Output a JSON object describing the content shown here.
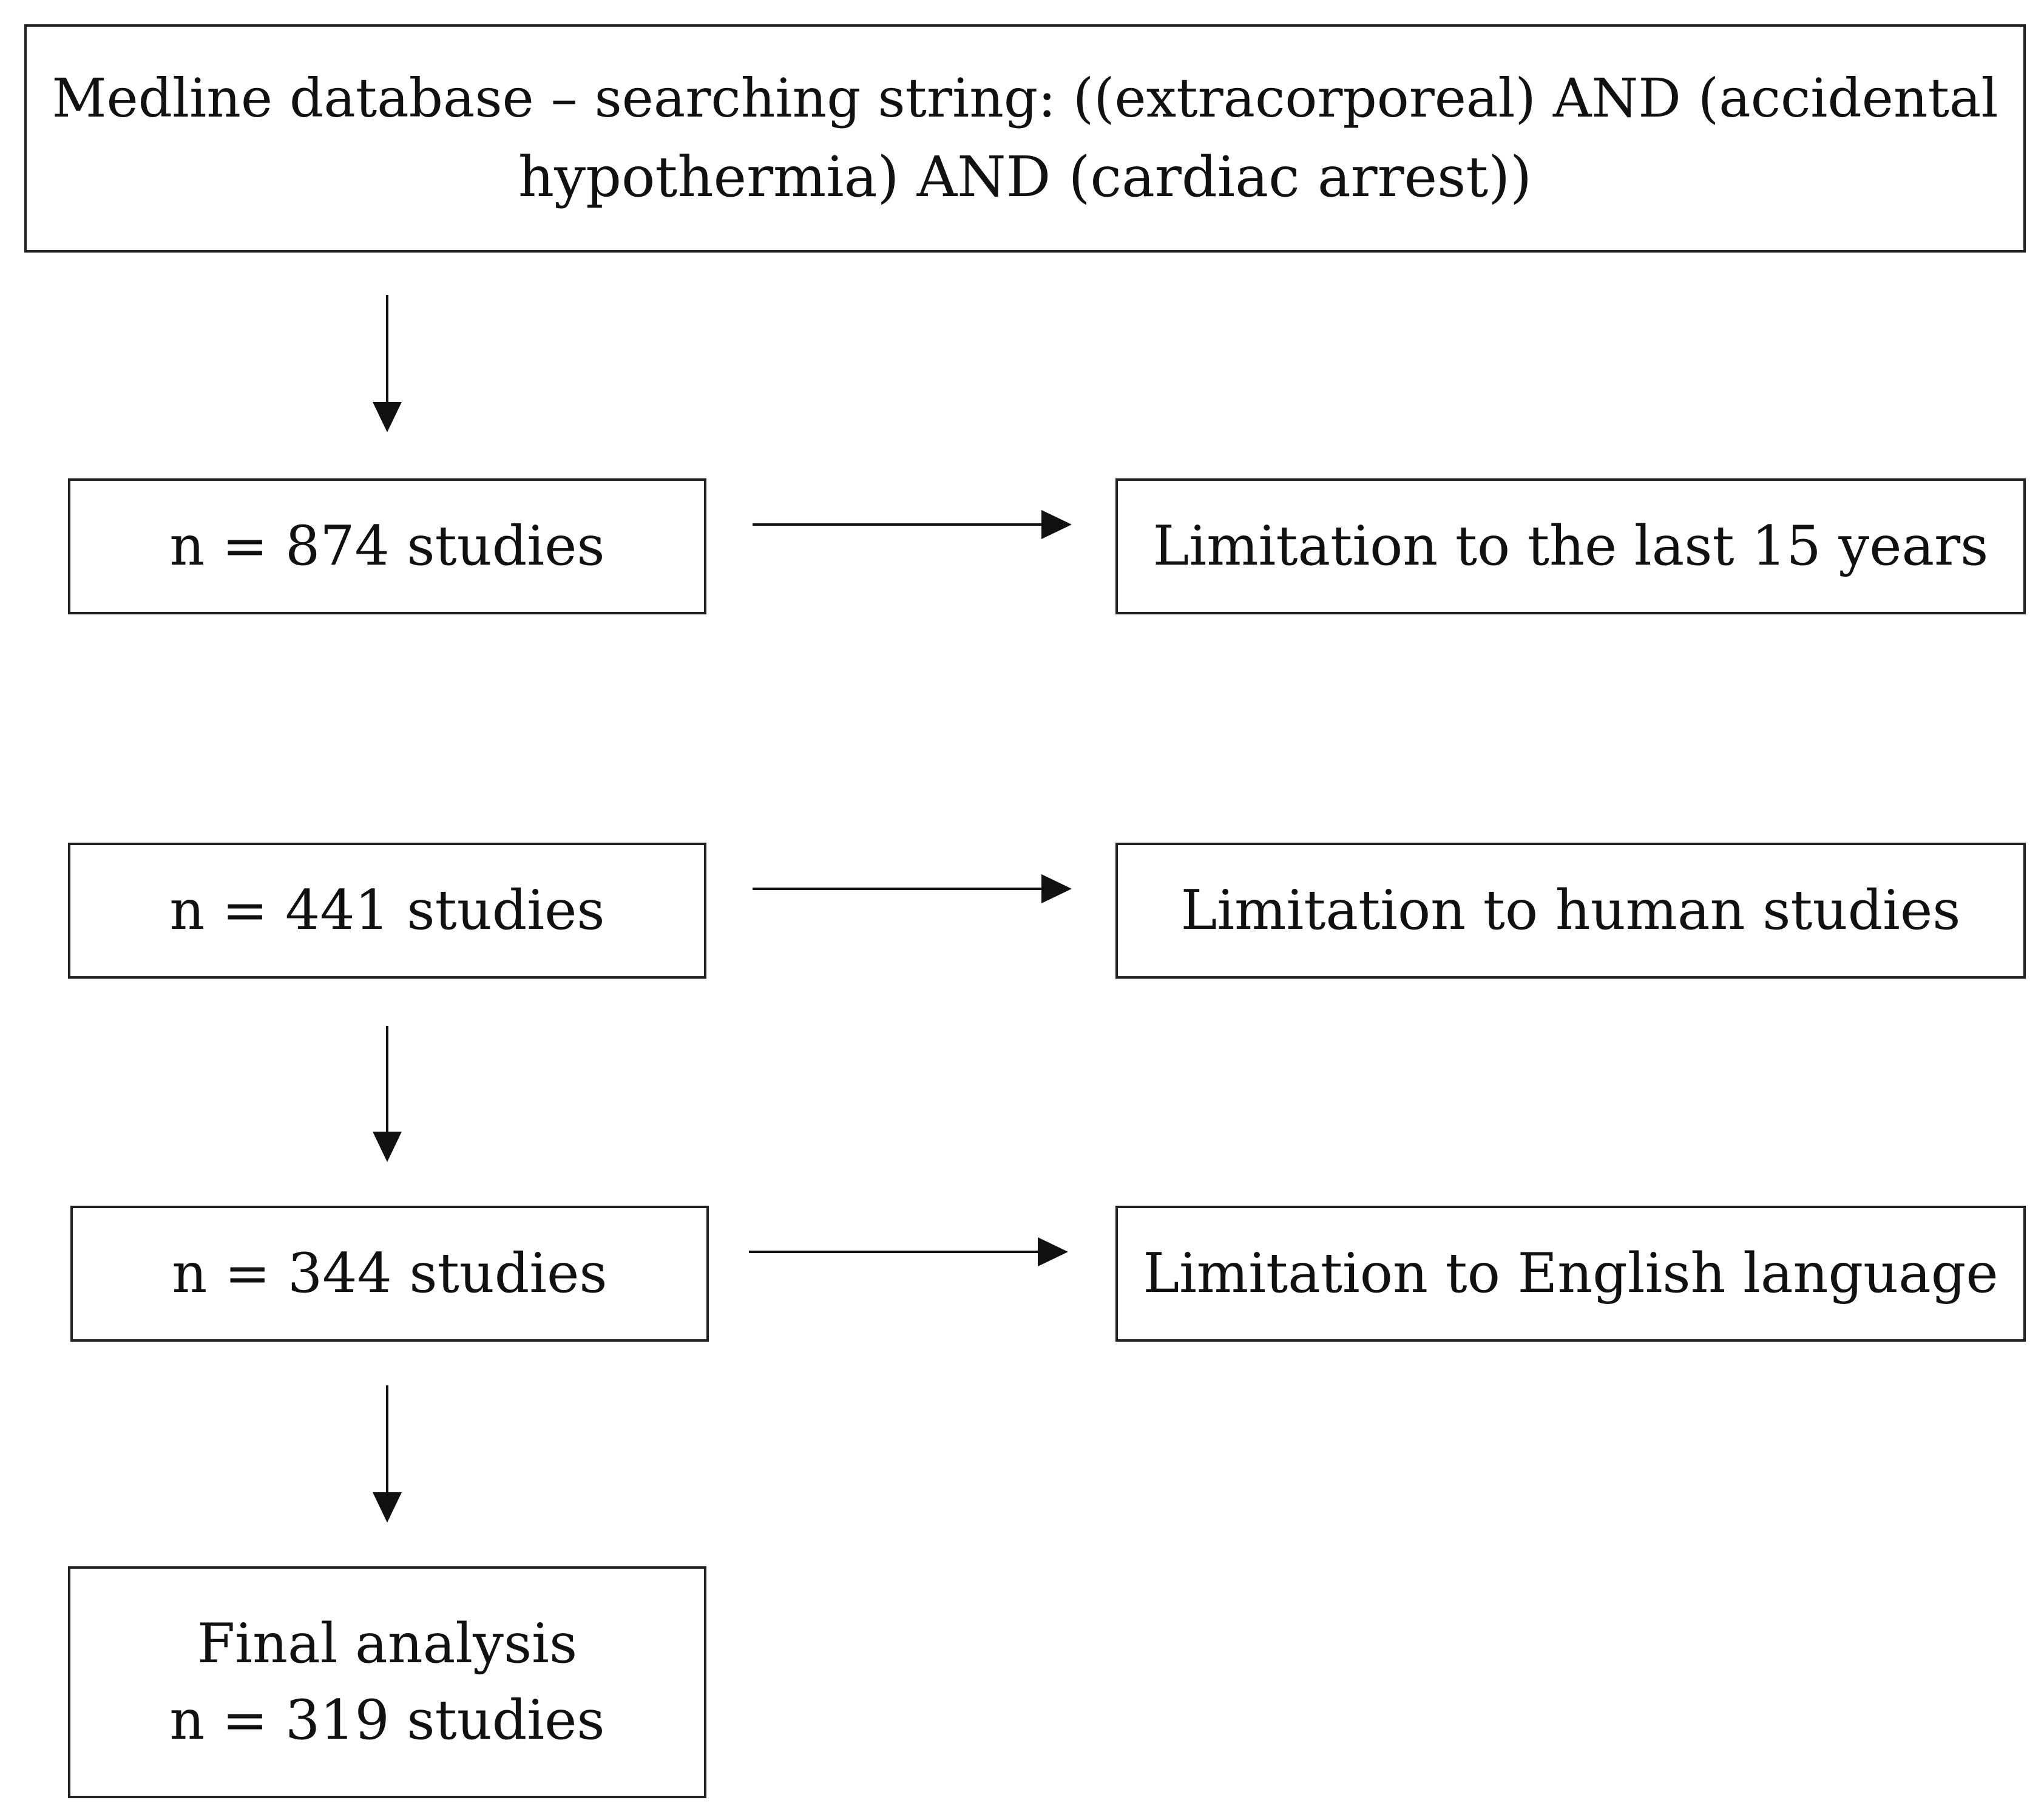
{
  "diagram": {
    "search_box": {
      "line1": "Medline database – searching string: ((extracorporeal) AND (accidental",
      "line2": "hypothermia) AND (cardiac arrest))"
    },
    "steps": [
      {
        "count_label": "n = 874 studies",
        "limitation": "Limitation to the last 15 years"
      },
      {
        "count_label": "n = 441 studies",
        "limitation": "Limitation to human studies"
      },
      {
        "count_label": "n = 344 studies",
        "limitation": "Limitation to English language"
      }
    ],
    "final": {
      "title": "Final analysis",
      "count_label": "n = 319 studies"
    }
  }
}
